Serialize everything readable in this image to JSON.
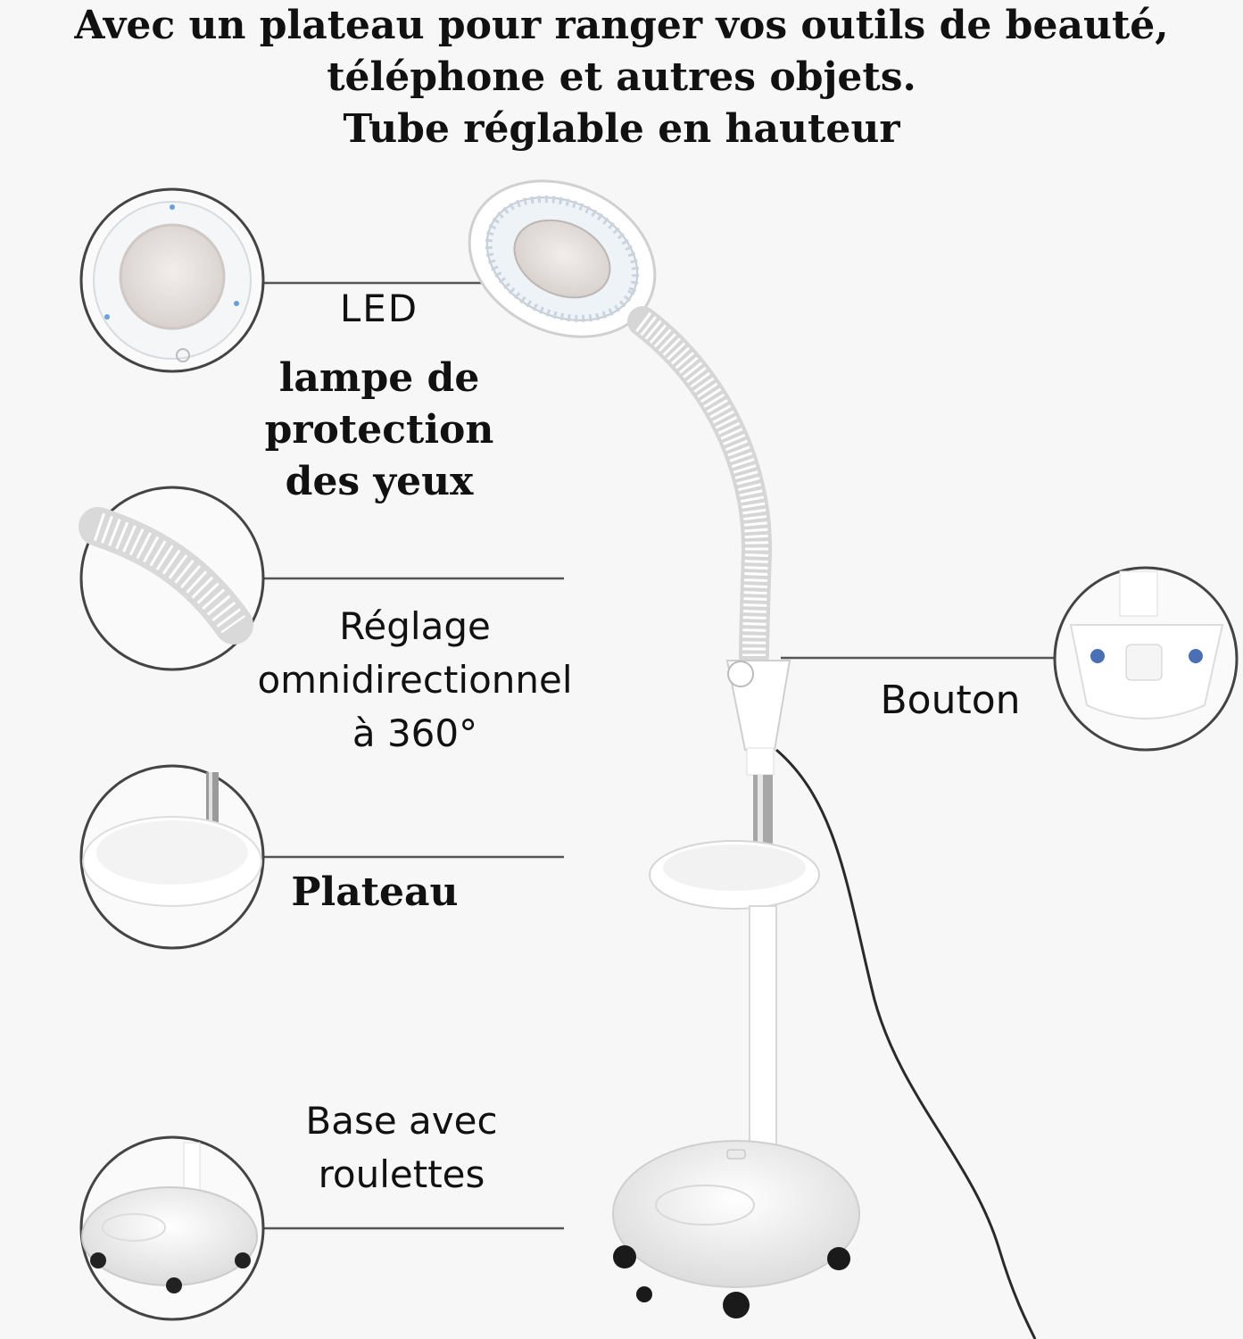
{
  "headline": [
    "Avec un plateau pour ranger vos outils de beauté,",
    "téléphone et autres objets.",
    "Tube réglable en hauteur"
  ],
  "features": {
    "led": {
      "title": "LED",
      "desc": [
        "lampe de",
        "protection",
        "des yeux"
      ]
    },
    "tube": {
      "lines": [
        "Réglage",
        "omnidirectionnel",
        "à 360°"
      ]
    },
    "tray": {
      "label": "Plateau"
    },
    "base": {
      "lines": [
        "Base avec",
        "roulettes"
      ]
    },
    "button": {
      "label": "Bouton"
    }
  },
  "colors": {
    "background": "#f7f7f7",
    "product": "#ffffff",
    "outline": "#555555",
    "text": "#111111"
  }
}
